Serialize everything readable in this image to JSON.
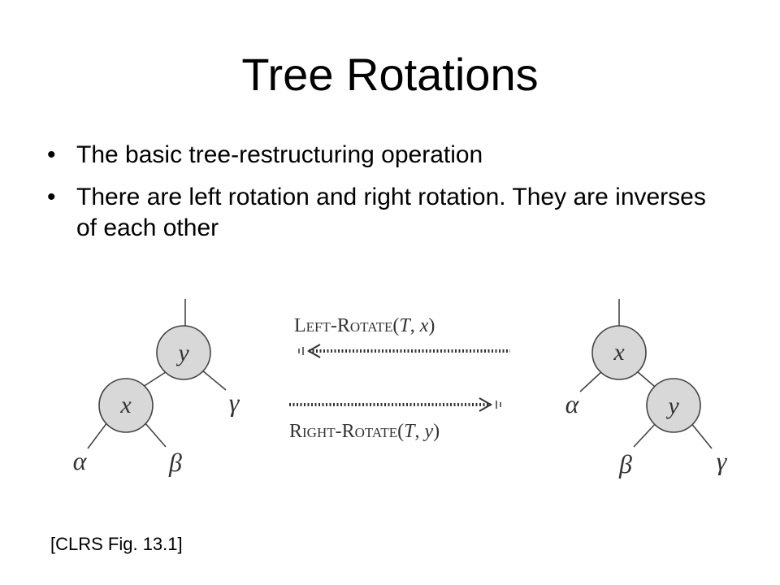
{
  "slide": {
    "title": "Tree Rotations",
    "bullets": [
      "The basic tree-restructuring operation",
      "There are left rotation and right rotation. They are inverses of each other"
    ],
    "caption": "[CLRS Fig. 13.1]"
  },
  "figure": {
    "left_tree": {
      "root": "y",
      "child": "x",
      "leaves": [
        "α",
        "β",
        "γ"
      ]
    },
    "right_tree": {
      "root": "x",
      "child": "y",
      "leaves": [
        "α",
        "β",
        "γ"
      ]
    },
    "operations": {
      "left_rotate": "Left-Rotate(T, x)",
      "right_rotate": "Right-Rotate(T, y)"
    },
    "colors": {
      "node_fill": "#d8d8d8",
      "line": "#444444"
    }
  }
}
